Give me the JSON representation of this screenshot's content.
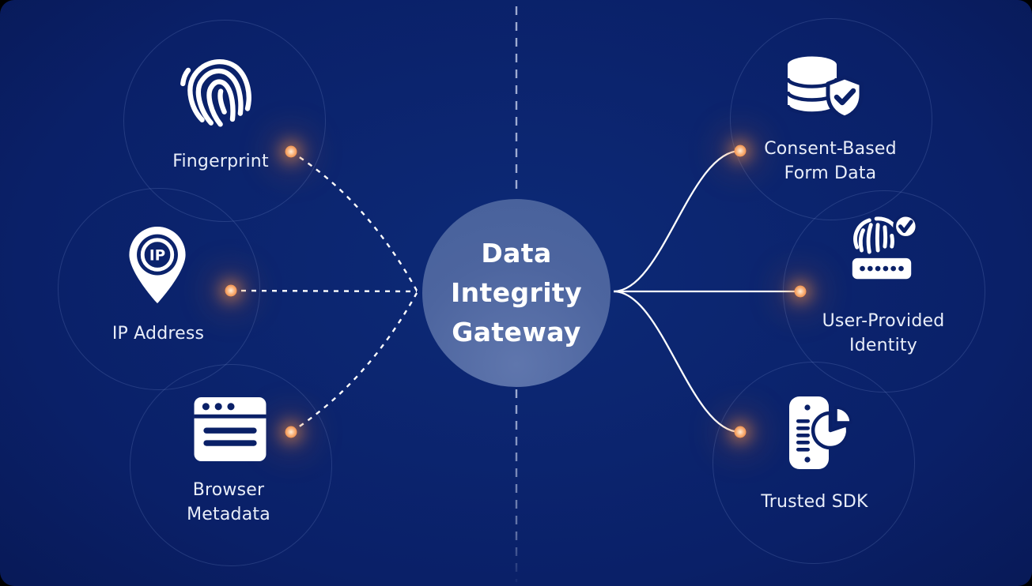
{
  "title": "Data Integrity Gateway",
  "center": {
    "lines": [
      "Data",
      "Integrity",
      "Gateway"
    ]
  },
  "left_nodes": [
    {
      "id": "fingerprint",
      "icon": "fingerprint-icon",
      "lines": [
        "Fingerprint"
      ]
    },
    {
      "id": "ip-address",
      "icon": "ip-location-pin-icon",
      "lines": [
        "IP Address"
      ]
    },
    {
      "id": "browser-metadata",
      "icon": "browser-window-icon",
      "lines": [
        "Browser",
        "Metadata"
      ]
    }
  ],
  "right_nodes": [
    {
      "id": "consent-based-form-data",
      "icon": "database-shield-check-icon",
      "lines": [
        "Consent-Based",
        "Form Data"
      ]
    },
    {
      "id": "user-provided-identity",
      "icon": "fingerprint-check-password-icon",
      "lines": [
        "User-Provided",
        "Identity"
      ]
    },
    {
      "id": "trusted-sdk",
      "icon": "phone-pie-chart-icon",
      "lines": [
        "Trusted SDK"
      ]
    }
  ],
  "colors": {
    "background_center": "#0d2a77",
    "background_edge": "#04103c",
    "hub_fill": "#4d659f",
    "label_text": "#e9eef9",
    "connector": "#ffffff",
    "divider": "#c3cdea",
    "glow_dot": "#ef8a44",
    "halo_ring": "rgba(173,196,255,0.16)"
  }
}
